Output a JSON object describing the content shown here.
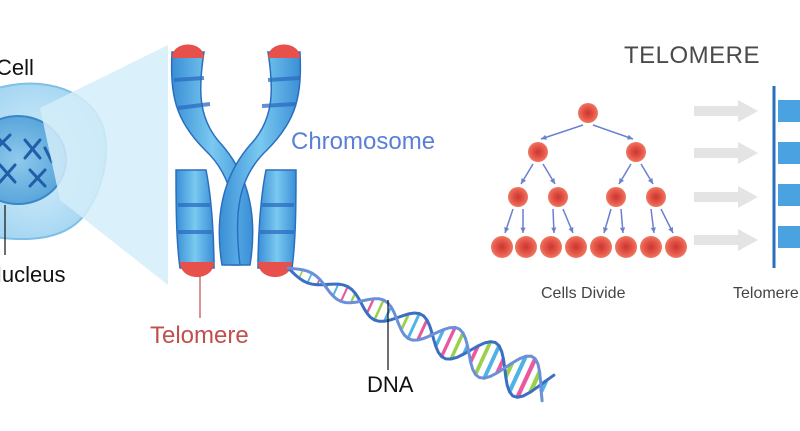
{
  "labels": {
    "cell": "Cell",
    "nucleus": "Nucleus",
    "chromosome": "Chromosome",
    "telomere": "Telomere",
    "dna": "DNA",
    "title": "TELOMERE",
    "cells_divide": "Cells Divide",
    "telomere_short": "Telomere"
  },
  "division_levels": [
    1,
    2,
    4,
    8
  ],
  "colors": {
    "chromosome_blue": "#5ab4e6",
    "chromosome_band": "#2f78c4",
    "telomere_cap": "#e8504b",
    "cell_fill": "#bde3f7",
    "arrow_gray": "#e4e4e4",
    "division_arrow": "#6a7fd0"
  },
  "icons": {
    "arrow": "right-arrow-icon"
  }
}
